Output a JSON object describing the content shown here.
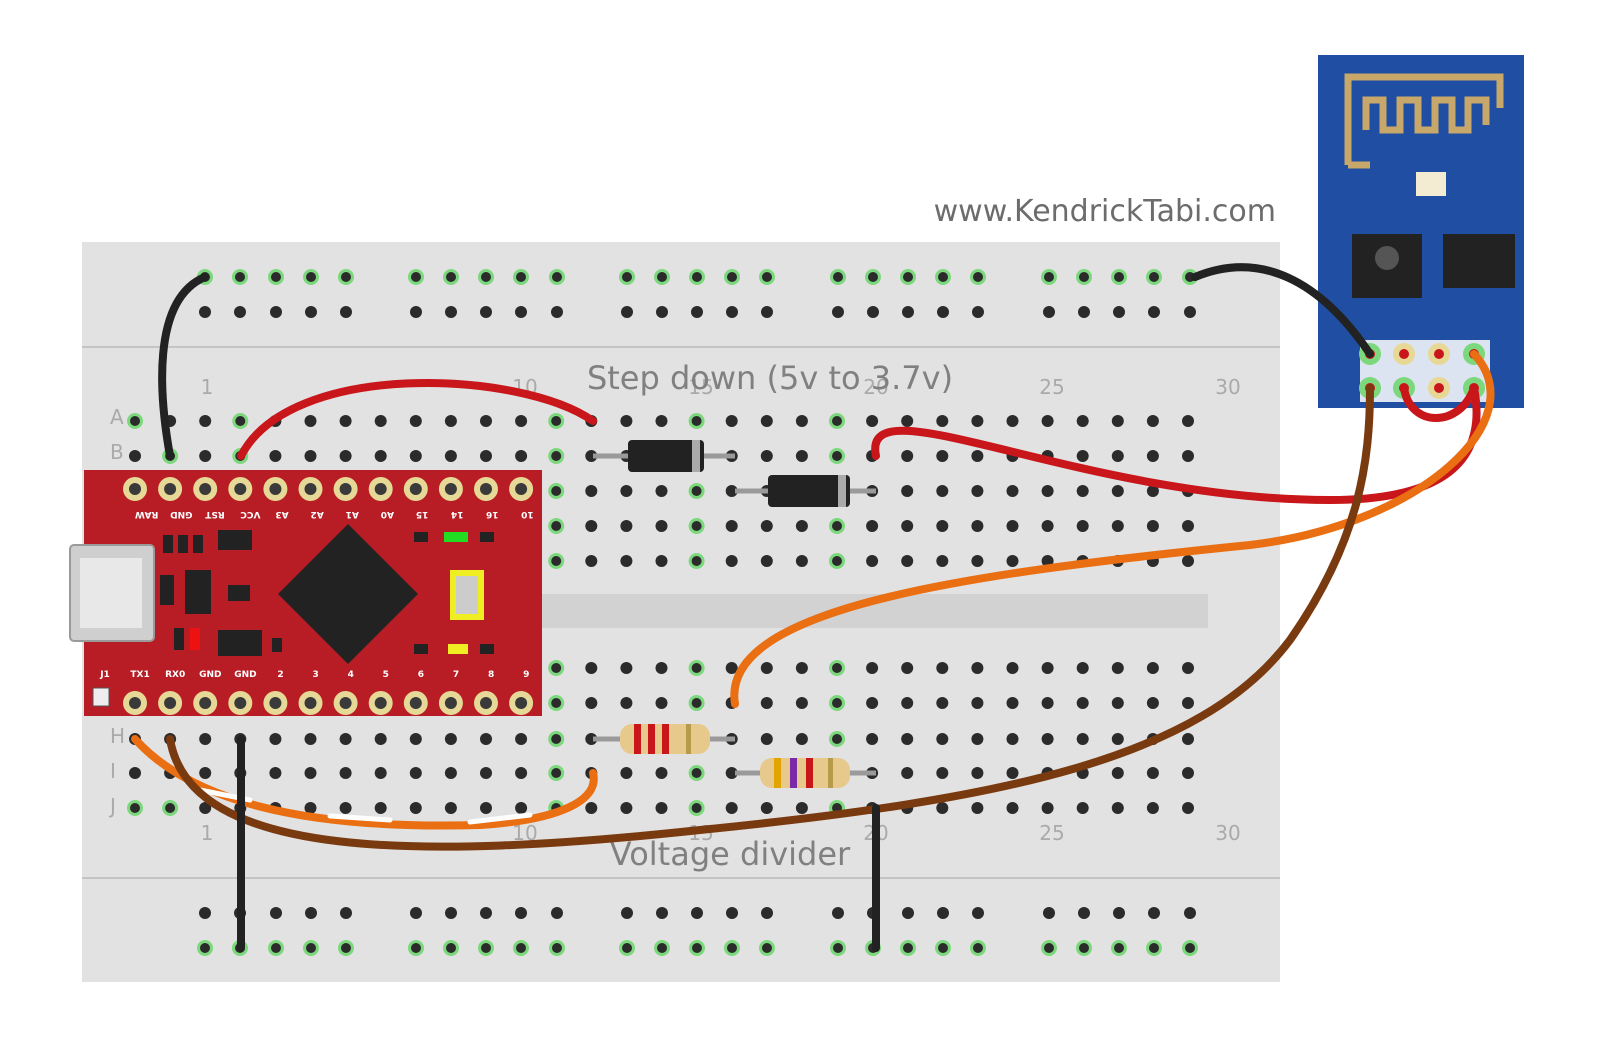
{
  "watermark": "www.KendrickTabi.com",
  "annotations": {
    "step_down": "Step down (5v to 3.7v)",
    "voltage_divider": "Voltage divider"
  },
  "breadboard": {
    "row_letters_top": [
      "A",
      "B"
    ],
    "row_letters_bottom": [
      "H",
      "I",
      "J"
    ],
    "column_numbers": [
      "1",
      "10",
      "15",
      "20",
      "25",
      "30"
    ]
  },
  "arduino": {
    "top_pins": [
      "RAW",
      "GND",
      "RST",
      "VCC",
      "A3",
      "A2",
      "A1",
      "A0",
      "15",
      "14",
      "16",
      "10"
    ],
    "bottom_pins": [
      "J1",
      "TX1",
      "RX0",
      "GND",
      "GND",
      "2",
      "3",
      "4",
      "5",
      "6",
      "7",
      "8",
      "9"
    ]
  },
  "colors": {
    "breadboard": "#e2e2e2",
    "arduino_board": "#b81c24",
    "esp_board": "#1f4ea3",
    "wire_black": "#222222",
    "wire_red": "#c8161a",
    "wire_orange": "#ea6e12",
    "wire_brown": "#7a3a10",
    "hole_highlight": "#7cd87c"
  }
}
